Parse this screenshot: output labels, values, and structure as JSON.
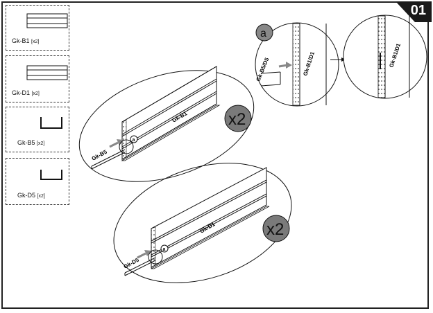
{
  "step": {
    "number": "01"
  },
  "parts": [
    {
      "code": "Gk-B1",
      "qty": "[x2]",
      "shape": "panel"
    },
    {
      "code": "Gk-D1",
      "qty": "[x2]",
      "shape": "panel"
    },
    {
      "code": "Gk-B5",
      "qty": "[x2]",
      "shape": "channel"
    },
    {
      "code": "Gk-D5",
      "qty": "[x2]",
      "shape": "channel"
    }
  ],
  "assemblies": [
    {
      "panel": "Gk-B1",
      "rail": "Gk-B5",
      "multiplier": "x2",
      "detail": "a"
    },
    {
      "panel": "Gk-D1",
      "rail": "Gk-D5",
      "multiplier": "x2",
      "detail": "a"
    }
  ],
  "detail": {
    "marker": "a",
    "rail_label": "Gk-B5/D5",
    "panel_label": "Gk-B1/D1"
  }
}
